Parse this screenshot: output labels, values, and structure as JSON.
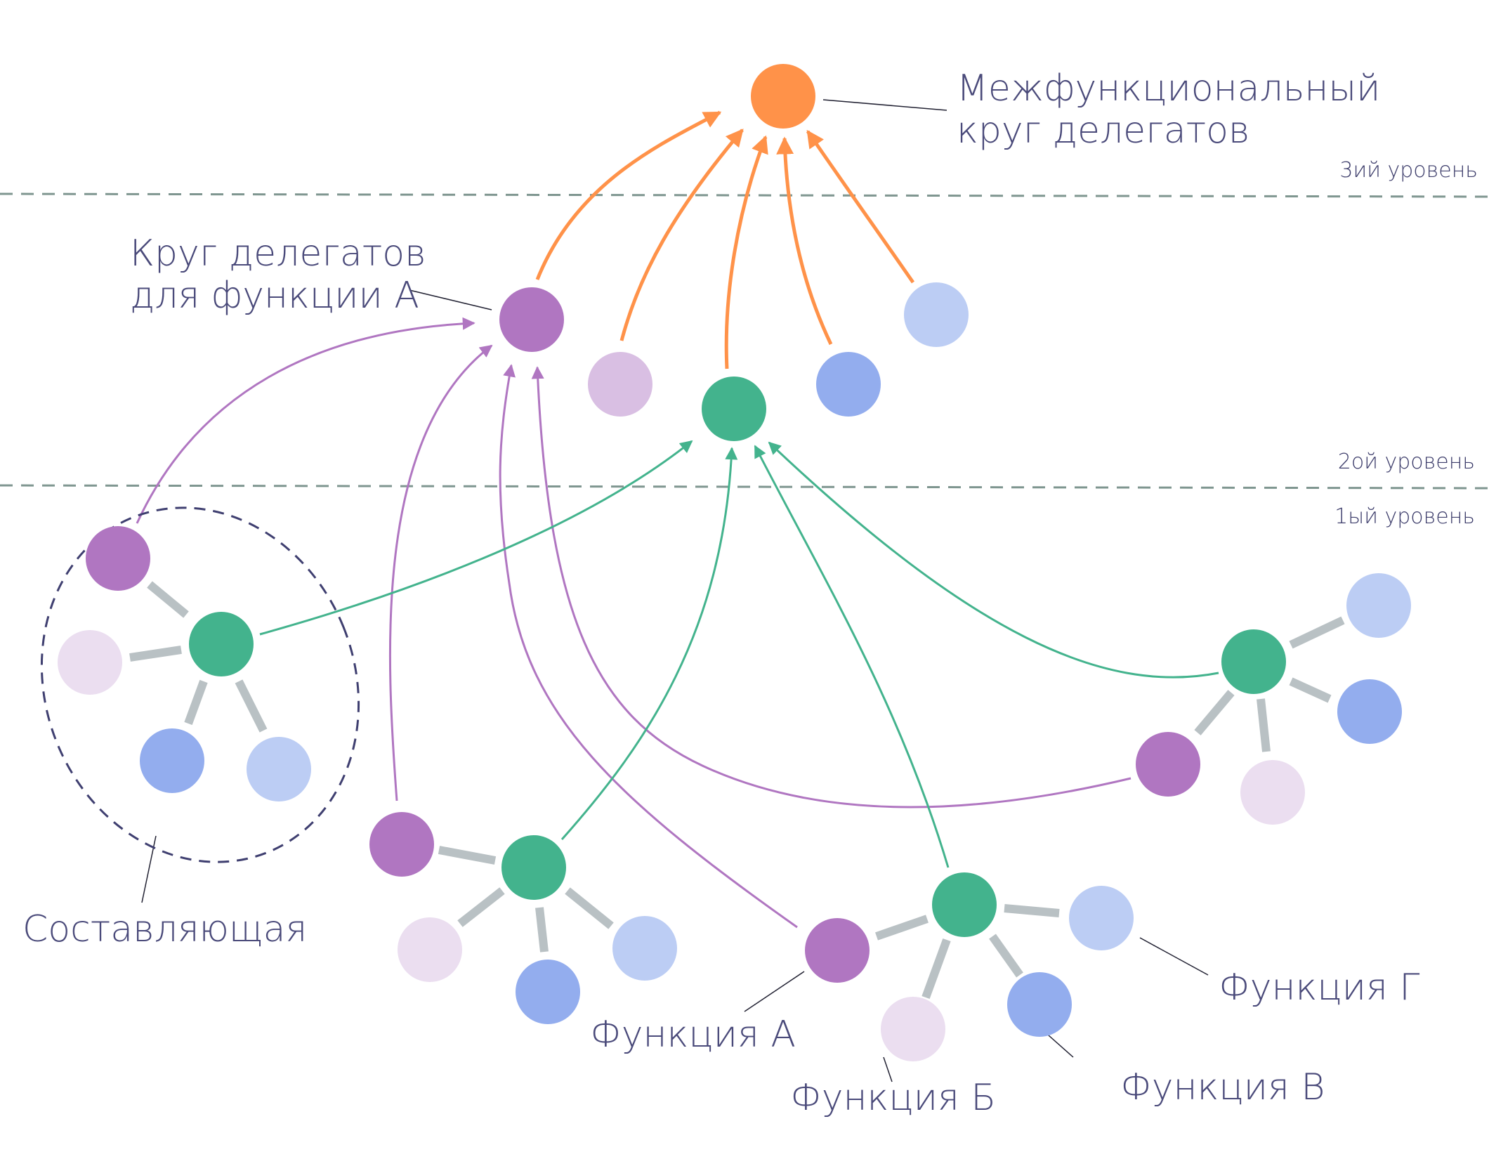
{
  "colors": {
    "orange": "#ff9249",
    "purple": "#b076c1",
    "green": "#43b38d",
    "lilac_light": "#d9bfe3",
    "lilac_pale": "#ebdef0",
    "blue": "#93adee",
    "blue_light": "#bccdf4",
    "connector": "#b9c1c4",
    "divider": "#7f9690",
    "dashed_circle": "#3f3f70",
    "text": "#4a4a7a"
  },
  "labels": {
    "cross_function_circle": [
      "Межфункциональный",
      "круг делегатов"
    ],
    "function_a_circle": [
      "Круг делегатов",
      "для функции А"
    ],
    "component": "Составляющая",
    "function_a": "Функция А",
    "function_b": "Функция Б",
    "function_v": "Функция В",
    "function_g": "Функция Г"
  },
  "levels": {
    "level3": "3ий уровень",
    "level2": "2ой уровень",
    "level1": "1ый уровень"
  }
}
